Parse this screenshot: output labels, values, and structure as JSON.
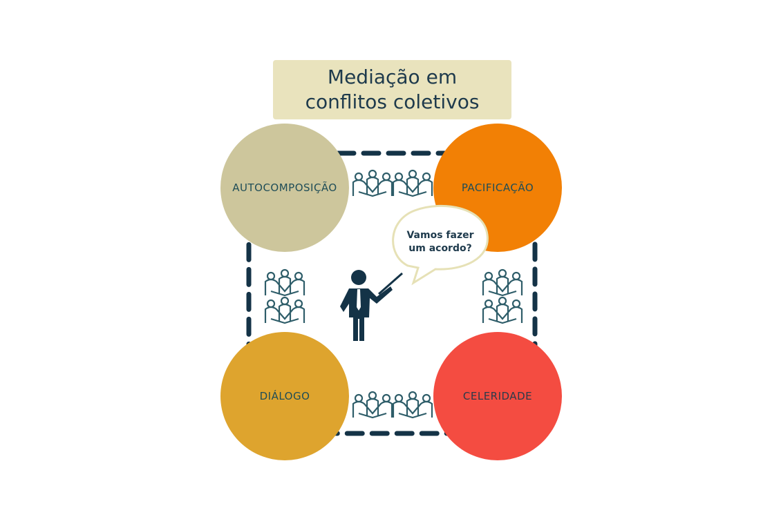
{
  "title": {
    "line1": "Mediação em",
    "line2": "conflitos coletivos"
  },
  "circles": [
    {
      "label": "AUTOCOMPOSIÇÃO",
      "color": "#cdc69c"
    },
    {
      "label": "PACIFICAÇÃO",
      "color": "#f28005"
    },
    {
      "label": "DIÁLOGO",
      "color": "#dea42e"
    },
    {
      "label": "CELERIDADE",
      "color": "#f44c41"
    }
  ],
  "speech_bubble": {
    "line1": "Vamos fazer",
    "line2": "um acordo?"
  },
  "colors": {
    "dark": "#143347",
    "teal": "#2e5d69",
    "title_bg": "#e9e3bd",
    "bubble_border": "#e6e1b6"
  }
}
